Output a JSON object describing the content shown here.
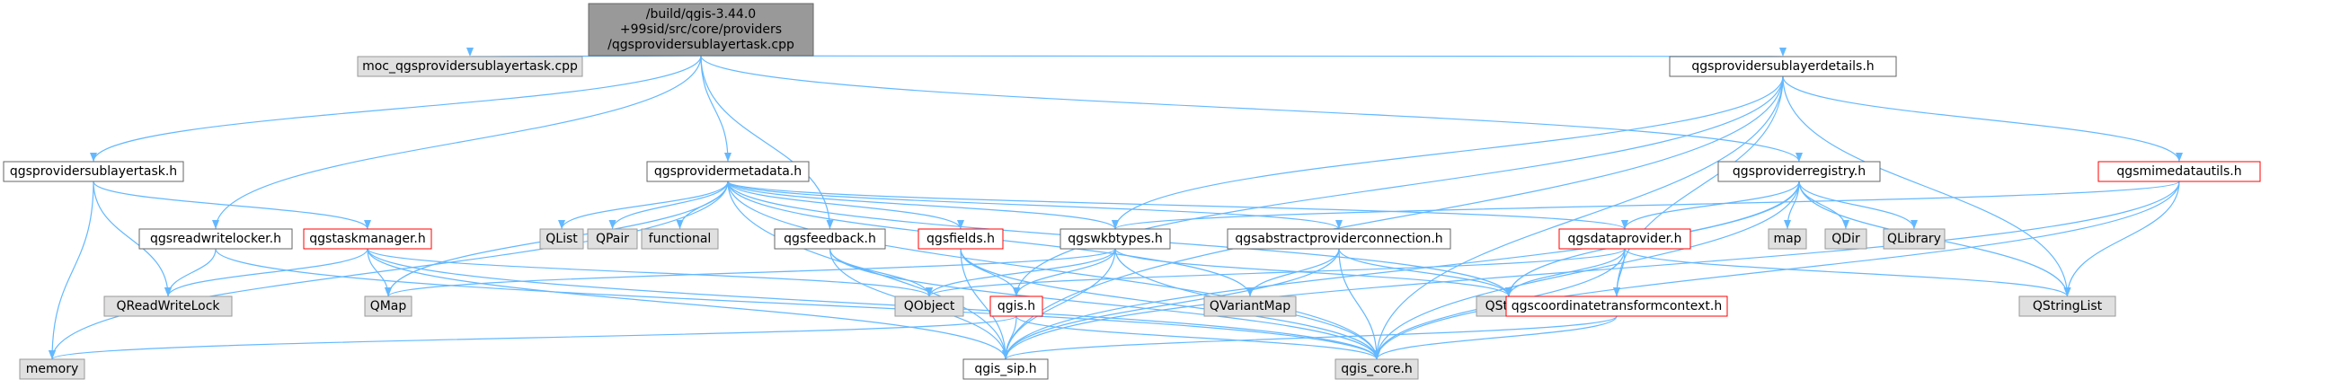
{
  "colors": {
    "edge": "#63b8ff",
    "root_fill": "#999999",
    "root_stroke": "#666666",
    "default_fill": "#ffffff",
    "default_stroke": "#666666",
    "external_fill": "#e0e0e0",
    "external_stroke": "#999999",
    "truncated_fill": "#ffffff",
    "truncated_stroke": "#ff0000"
  },
  "nodes": [
    {
      "id": "root",
      "kind": "root",
      "lines": [
        "/build/qgis-3.44.0",
        "+99sid/src/core/providers",
        "/qgsprovidersublayertask.cpp"
      ]
    },
    {
      "id": "moc",
      "kind": "external",
      "lines": [
        "moc_qgsprovidersublayertask.cpp"
      ]
    },
    {
      "id": "sublayerdetails",
      "kind": "default",
      "lines": [
        "qgsprovidersublayerdetails.h"
      ]
    },
    {
      "id": "sublayertask",
      "kind": "default",
      "lines": [
        "qgsprovidersublayertask.h"
      ]
    },
    {
      "id": "metadata",
      "kind": "default",
      "lines": [
        "qgsprovidermetadata.h"
      ]
    },
    {
      "id": "registry",
      "kind": "default",
      "lines": [
        "qgsproviderregistry.h"
      ]
    },
    {
      "id": "mimedatautils",
      "kind": "truncated",
      "lines": [
        "qgsmimedatautils.h"
      ]
    },
    {
      "id": "readwritelocker",
      "kind": "default",
      "lines": [
        "qgsreadwritelocker.h"
      ]
    },
    {
      "id": "taskmanager",
      "kind": "truncated",
      "lines": [
        "qgstaskmanager.h"
      ]
    },
    {
      "id": "qlist",
      "kind": "external",
      "lines": [
        "QList"
      ]
    },
    {
      "id": "qpair",
      "kind": "external",
      "lines": [
        "QPair"
      ]
    },
    {
      "id": "functional",
      "kind": "external",
      "lines": [
        "functional"
      ]
    },
    {
      "id": "feedback",
      "kind": "default",
      "lines": [
        "qgsfeedback.h"
      ]
    },
    {
      "id": "fields",
      "kind": "truncated",
      "lines": [
        "qgsfields.h"
      ]
    },
    {
      "id": "wkbtypes",
      "kind": "default",
      "lines": [
        "qgswkbtypes.h"
      ]
    },
    {
      "id": "abstractconn",
      "kind": "default",
      "lines": [
        "qgsabstractproviderconnection.h"
      ]
    },
    {
      "id": "dataprovider",
      "kind": "truncated",
      "lines": [
        "qgsdataprovider.h"
      ]
    },
    {
      "id": "map",
      "kind": "external",
      "lines": [
        "map"
      ]
    },
    {
      "id": "qdir",
      "kind": "external",
      "lines": [
        "QDir"
      ]
    },
    {
      "id": "qlibrary",
      "kind": "external",
      "lines": [
        "QLibrary"
      ]
    },
    {
      "id": "qreadwritelock",
      "kind": "external",
      "lines": [
        "QReadWriteLock"
      ]
    },
    {
      "id": "qmap",
      "kind": "external",
      "lines": [
        "QMap"
      ]
    },
    {
      "id": "qobject",
      "kind": "external",
      "lines": [
        "QObject"
      ]
    },
    {
      "id": "qgish",
      "kind": "truncated",
      "lines": [
        "qgis.h"
      ]
    },
    {
      "id": "qvariantmap",
      "kind": "external",
      "lines": [
        "QVariantMap"
      ]
    },
    {
      "id": "qstring",
      "kind": "external",
      "lines": [
        "QString"
      ]
    },
    {
      "id": "coordtransform",
      "kind": "truncated",
      "lines": [
        "qgscoordinatetransformcontext.h"
      ]
    },
    {
      "id": "qstringlist",
      "kind": "external",
      "lines": [
        "QStringList"
      ]
    },
    {
      "id": "memory",
      "kind": "external",
      "lines": [
        "memory"
      ]
    },
    {
      "id": "qgissip",
      "kind": "default",
      "lines": [
        "qgis_sip.h"
      ]
    },
    {
      "id": "qgiscore",
      "kind": "external",
      "lines": [
        "qgis_core.h"
      ]
    }
  ],
  "edges": [
    [
      "root",
      "moc"
    ],
    [
      "root",
      "sublayerdetails"
    ],
    [
      "root",
      "sublayertask"
    ],
    [
      "root",
      "metadata"
    ],
    [
      "root",
      "registry"
    ],
    [
      "root",
      "readwritelocker"
    ],
    [
      "root",
      "feedback"
    ],
    [
      "sublayerdetails",
      "qgish"
    ],
    [
      "sublayerdetails",
      "wkbtypes"
    ],
    [
      "sublayerdetails",
      "coordtransform"
    ],
    [
      "sublayerdetails",
      "mimedatautils"
    ],
    [
      "sublayerdetails",
      "qstringlist"
    ],
    [
      "sublayerdetails",
      "qgiscore"
    ],
    [
      "sublayerdetails",
      "qgissip"
    ],
    [
      "sublayertask",
      "taskmanager"
    ],
    [
      "sublayertask",
      "qreadwritelock"
    ],
    [
      "sublayertask",
      "memory"
    ],
    [
      "metadata",
      "qgissip"
    ],
    [
      "metadata",
      "qgiscore"
    ],
    [
      "metadata",
      "qlist"
    ],
    [
      "metadata",
      "qpair"
    ],
    [
      "metadata",
      "functional"
    ],
    [
      "metadata",
      "qmap"
    ],
    [
      "metadata",
      "memory"
    ],
    [
      "metadata",
      "fields"
    ],
    [
      "metadata",
      "wkbtypes"
    ],
    [
      "metadata",
      "abstractconn"
    ],
    [
      "metadata",
      "dataprovider"
    ],
    [
      "metadata",
      "qvariantmap"
    ],
    [
      "metadata",
      "qstring"
    ],
    [
      "registry",
      "qgiscore"
    ],
    [
      "registry",
      "qgissip"
    ],
    [
      "registry",
      "map"
    ],
    [
      "registry",
      "qdir"
    ],
    [
      "registry",
      "qlibrary"
    ],
    [
      "registry",
      "dataprovider"
    ],
    [
      "registry",
      "qstring"
    ],
    [
      "registry",
      "qstringlist"
    ],
    [
      "mimedatautils",
      "qgiscore"
    ],
    [
      "mimedatautils",
      "qstringlist"
    ],
    [
      "mimedatautils",
      "wkbtypes"
    ],
    [
      "mimedatautils",
      "qgissip"
    ],
    [
      "readwritelocker",
      "qreadwritelock"
    ],
    [
      "readwritelocker",
      "qgiscore"
    ],
    [
      "taskmanager",
      "qreadwritelock"
    ],
    [
      "taskmanager",
      "qmap"
    ],
    [
      "taskmanager",
      "qobject"
    ],
    [
      "taskmanager",
      "qgiscore"
    ],
    [
      "taskmanager",
      "qgissip"
    ],
    [
      "feedback",
      "qobject"
    ],
    [
      "feedback",
      "qgiscore"
    ],
    [
      "feedback",
      "qgissip"
    ],
    [
      "fields",
      "qgish"
    ],
    [
      "fields",
      "qgiscore"
    ],
    [
      "fields",
      "qgissip"
    ],
    [
      "wkbtypes",
      "qobject"
    ],
    [
      "wkbtypes",
      "qmap"
    ],
    [
      "wkbtypes",
      "qgish"
    ],
    [
      "wkbtypes",
      "qstring"
    ],
    [
      "wkbtypes",
      "qgiscore"
    ],
    [
      "wkbtypes",
      "qgissip"
    ],
    [
      "abstractconn",
      "qvariantmap"
    ],
    [
      "abstractconn",
      "qstring"
    ],
    [
      "abstractconn",
      "qgiscore"
    ],
    [
      "abstractconn",
      "qgissip"
    ],
    [
      "dataprovider",
      "qobject"
    ],
    [
      "dataprovider",
      "qstring"
    ],
    [
      "dataprovider",
      "qstringlist"
    ],
    [
      "dataprovider",
      "coordtransform"
    ],
    [
      "dataprovider",
      "qgiscore"
    ],
    [
      "qgish",
      "memory"
    ],
    [
      "qgish",
      "qgissip"
    ],
    [
      "qgish",
      "qgiscore"
    ],
    [
      "coordtransform",
      "qgiscore"
    ],
    [
      "coordtransform",
      "qgissip"
    ]
  ]
}
